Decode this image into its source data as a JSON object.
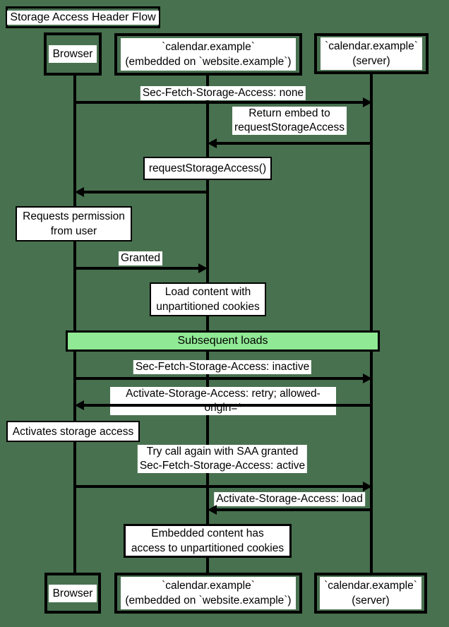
{
  "title": "Storage Access Header Flow",
  "participants": {
    "browser": "Browser",
    "embedded": "`calendar.example`\n(embedded on `website.example`)",
    "server": "`calendar.example`\n(server)"
  },
  "section": {
    "label": "Subsequent loads"
  },
  "messages": {
    "sec_fetch_none": "Sec-Fetch-Storage-Access: none",
    "return_embed": "Return embed to\nrequestStorageAccess",
    "granted": "Granted",
    "sec_fetch_inactive": "Sec-Fetch-Storage-Access: inactive",
    "activate_retry": "Activate-Storage-Access: retry; allowed-origin=*",
    "try_again": "Try call again with SAA granted\nSec-Fetch-Storage-Access: active",
    "activate_load": "Activate-Storage-Access: load"
  },
  "notes": {
    "request_storage_access": "requestStorageAccess()",
    "requests_permission": "Requests permission\nfrom user",
    "load_content": "Load content with\nunpartitioned cookies",
    "activates_storage": "Activates storage access",
    "embedded_access": "Embedded content has\naccess to unpartitioned cookies"
  },
  "colors": {
    "background": "#48714F",
    "section_fill": "#90E994",
    "line": "#000000",
    "label_bg": "#FFFFFF"
  }
}
